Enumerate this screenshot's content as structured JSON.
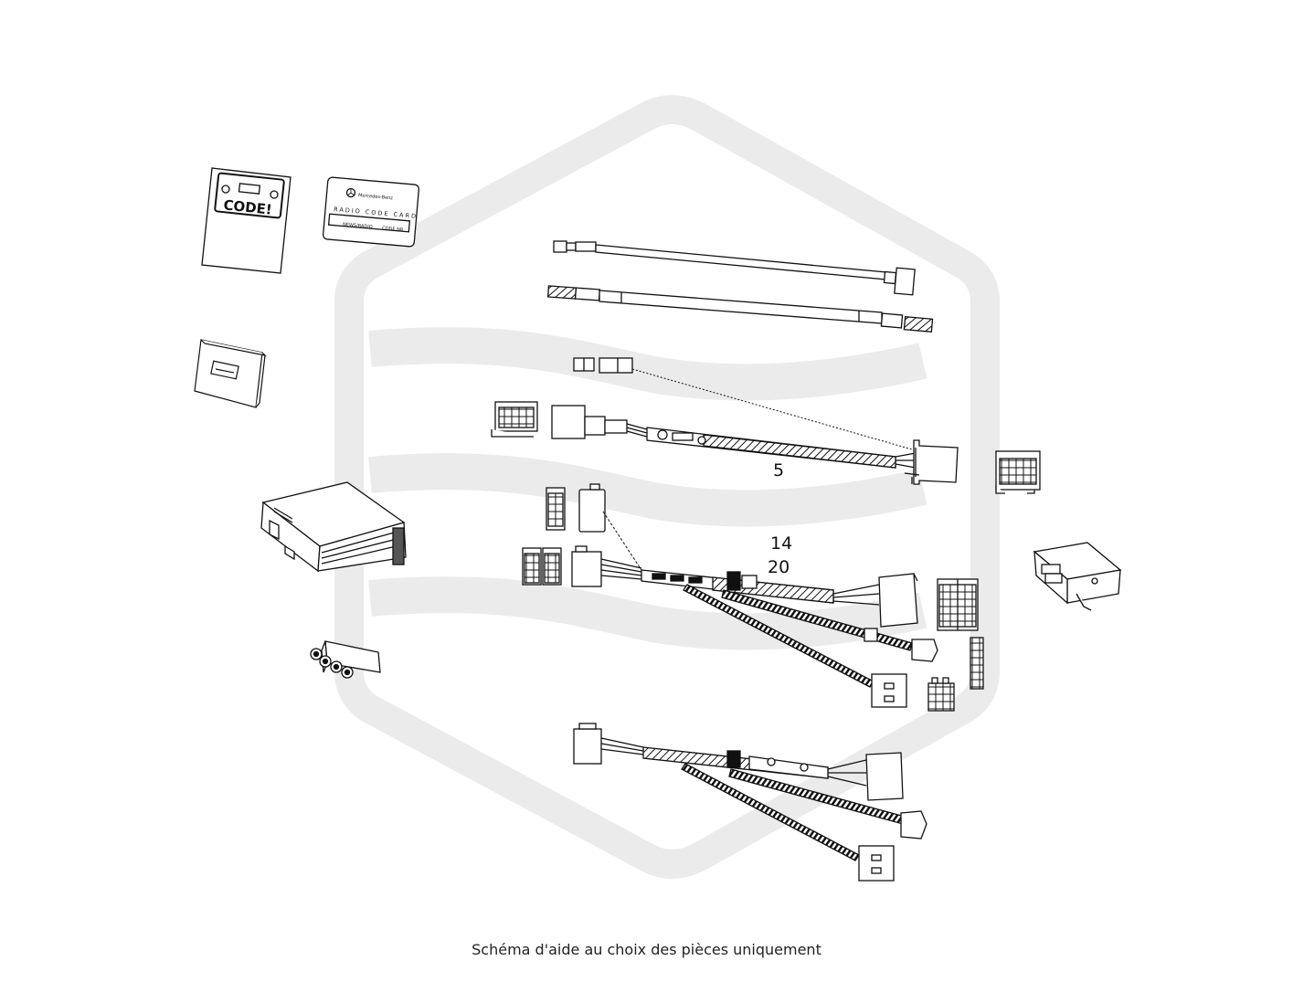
{
  "caption": "Schéma d'aide au choix des pièces uniquement",
  "callouts": {
    "c5": "5",
    "c14": "14",
    "c20": "20"
  },
  "code_manual": {
    "title": "CODE!"
  },
  "code_card": {
    "brand": "Mercedes-Benz",
    "title": "RADIO CODE CARD",
    "box": "NEWS/RADIO",
    "box2": "CODE NR"
  },
  "colors": {
    "watermark": "#ebebeb",
    "line": "#111111"
  },
  "icons": [
    "mercedes-star-icon",
    "watermark-logo"
  ]
}
